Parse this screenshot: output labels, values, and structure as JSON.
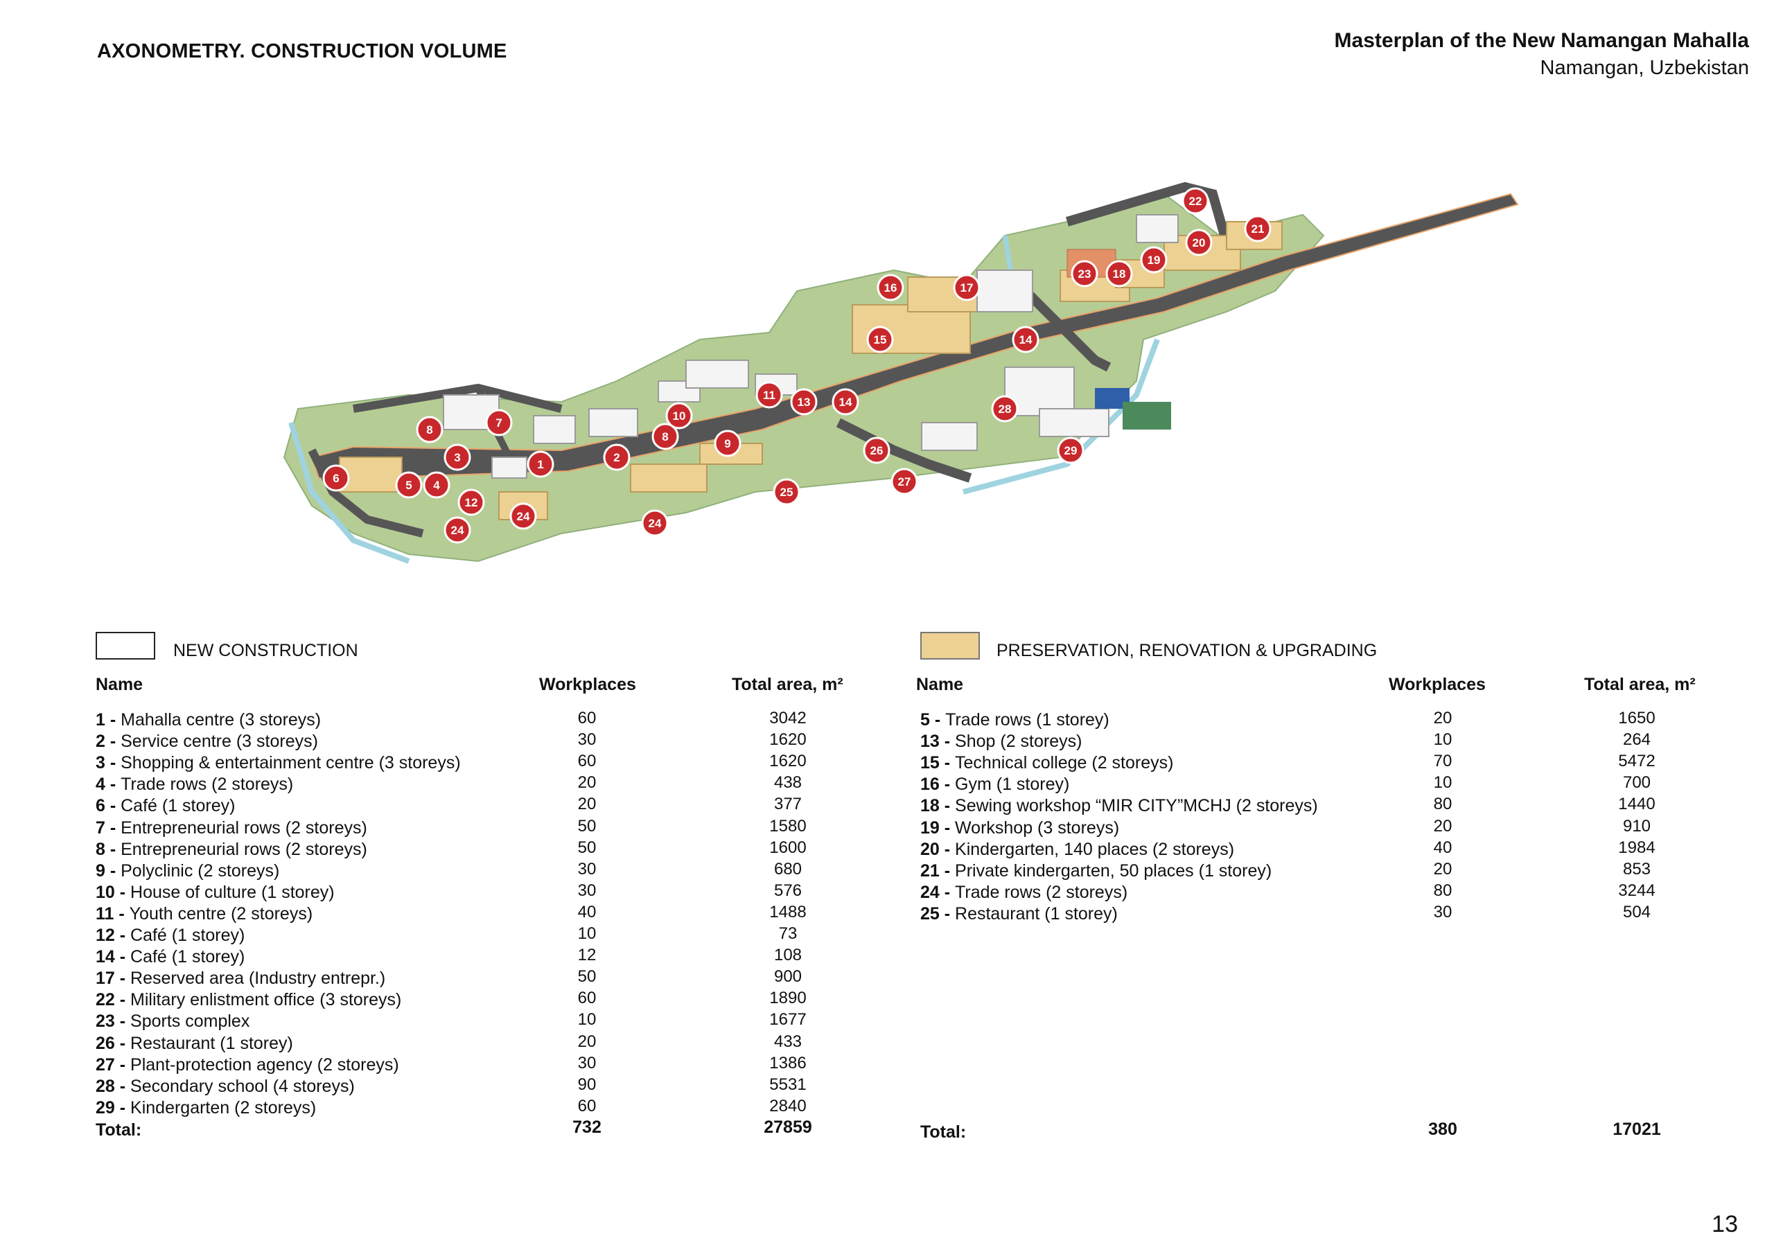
{
  "header": {
    "title": "AXONOMETRY. CONSTRUCTION VOLUME",
    "project_title": "Masterplan of the New Namangan Mahalla",
    "project_location": "Namangan, Uzbekistan"
  },
  "page_number": "13",
  "map": {
    "markers": [
      "1",
      "2",
      "3",
      "4",
      "5",
      "6",
      "7",
      "8",
      "8",
      "9",
      "10",
      "11",
      "12",
      "13",
      "14",
      "14",
      "15",
      "16",
      "17",
      "18",
      "19",
      "20",
      "21",
      "22",
      "23",
      "24",
      "24",
      "24",
      "25",
      "26",
      "27",
      "28",
      "29"
    ]
  },
  "legend": {
    "new_construction": "NEW CONSTRUCTION",
    "preservation": "PRESERVATION, RENOVATION & UPGRADING"
  },
  "tables": {
    "new": {
      "headers": {
        "name": "Name",
        "workplaces": "Workplaces",
        "area": "Total area, m²"
      },
      "rows": [
        {
          "num": "1 -",
          "name": "Mahalla centre (3 storeys)",
          "workplaces": "60",
          "area": "3042"
        },
        {
          "num": "2 -",
          "name": "Service centre (3 storeys)",
          "workplaces": "30",
          "area": "1620"
        },
        {
          "num": "3 -",
          "name": "Shopping & entertainment centre (3 storeys)",
          "workplaces": "60",
          "area": "1620"
        },
        {
          "num": "4 -",
          "name": "Trade rows (2 storeys)",
          "workplaces": "20",
          "area": "438"
        },
        {
          "num": "6 -",
          "name": "Café (1 storey)",
          "workplaces": "20",
          "area": "377"
        },
        {
          "num": "7 -",
          "name": "Entrepreneurial rows (2 storeys)",
          "workplaces": "50",
          "area": "1580"
        },
        {
          "num": "8 -",
          "name": "Entrepreneurial rows (2 storeys)",
          "workplaces": "50",
          "area": "1600"
        },
        {
          "num": "9 -",
          "name": "Polyclinic (2 storeys)",
          "workplaces": "30",
          "area": "680"
        },
        {
          "num": "10 -",
          "name": "House of culture (1 storey)",
          "workplaces": "30",
          "area": "576"
        },
        {
          "num": "11 -",
          "name": "Youth centre (2 storeys)",
          "workplaces": "40",
          "area": "1488"
        },
        {
          "num": "12 -",
          "name": "Café (1 storey)",
          "workplaces": "10",
          "area": "73"
        },
        {
          "num": "14 -",
          "name": "Café (1 storey)",
          "workplaces": "12",
          "area": "108"
        },
        {
          "num": "17 -",
          "name": "Reserved area (Industry entrepr.)",
          "workplaces": "50",
          "area": "900"
        },
        {
          "num": "22 -",
          "name": "Military enlistment office (3 storeys)",
          "workplaces": "60",
          "area": "1890"
        },
        {
          "num": "23 -",
          "name": "Sports complex",
          "workplaces": "10",
          "area": "1677"
        },
        {
          "num": "26 -",
          "name": "Restaurant (1 storey)",
          "workplaces": "20",
          "area": "433"
        },
        {
          "num": "27 -",
          "name": "Plant-protection agency (2 storeys)",
          "workplaces": "30",
          "area": "1386"
        },
        {
          "num": "28 -",
          "name": "Secondary school (4 storeys)",
          "workplaces": "90",
          "area": "5531"
        },
        {
          "num": "29 -",
          "name": "Kindergarten (2 storeys)",
          "workplaces": "60",
          "area": "2840"
        }
      ],
      "total": {
        "label": "Total:",
        "workplaces": "732",
        "area": "27859"
      }
    },
    "preserved": {
      "headers": {
        "name": "Name",
        "workplaces": "Workplaces",
        "area": "Total area, m²"
      },
      "rows": [
        {
          "num": "5 -",
          "name": "Trade rows (1 storey)",
          "workplaces": "20",
          "area": "1650"
        },
        {
          "num": "13 -",
          "name": "Shop (2 storeys)",
          "workplaces": "10",
          "area": "264"
        },
        {
          "num": "15 -",
          "name": "Technical college (2 storeys)",
          "workplaces": "70",
          "area": "5472"
        },
        {
          "num": "16 -",
          "name": "Gym (1 storey)",
          "workplaces": "10",
          "area": "700"
        },
        {
          "num": "18 -",
          "name": "Sewing workshop “MIR CITY”MCHJ (2 storeys)",
          "workplaces": "80",
          "area": "1440"
        },
        {
          "num": "19 -",
          "name": "Workshop (3 storeys)",
          "workplaces": "20",
          "area": "910"
        },
        {
          "num": "20 -",
          "name": "Kindergarten, 140 places (2 storeys)",
          "workplaces": "40",
          "area": "1984"
        },
        {
          "num": "21 -",
          "name": "Private kindergarten, 50 places (1 storey)",
          "workplaces": "20",
          "area": "853"
        },
        {
          "num": "24 -",
          "name": "Trade rows (2 storeys)",
          "workplaces": "80",
          "area": "3244"
        },
        {
          "num": "25 -",
          "name": "Restaurant (1 storey)",
          "workplaces": "30",
          "area": "504"
        }
      ],
      "total": {
        "label": "Total:",
        "workplaces": "380",
        "area": "17021"
      }
    }
  },
  "colors": {
    "preservation": "#ecd193",
    "marker": "#c8282b",
    "road": "#555555",
    "green": "#b6cc95",
    "water": "#9fd3e0"
  }
}
